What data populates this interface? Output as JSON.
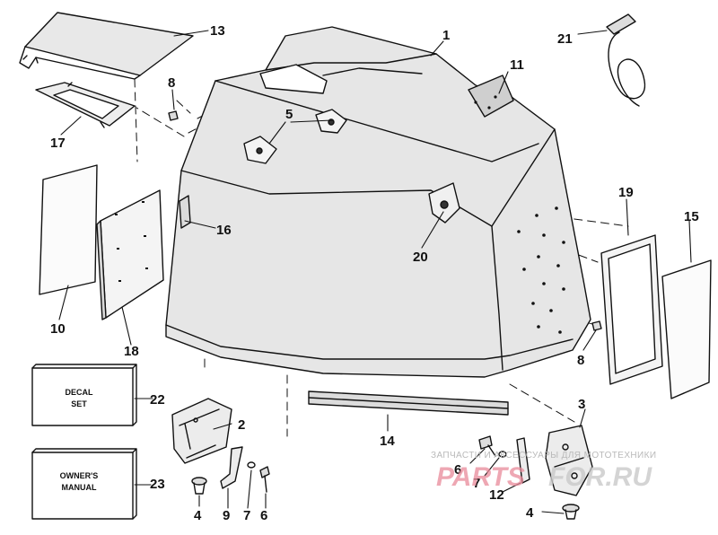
{
  "part_numbers": {
    "n1": "1",
    "n2": "2",
    "n3": "3",
    "n4a": "4",
    "n4b": "4",
    "n5": "5",
    "n6a": "6",
    "n6b": "6",
    "n7a": "7",
    "n7b": "7",
    "n8a": "8",
    "n8b": "8",
    "n9": "9",
    "n10": "10",
    "n11": "11",
    "n12": "12",
    "n13": "13",
    "n14": "14",
    "n15": "15",
    "n16": "16",
    "n17": "17",
    "n18": "18",
    "n19": "19",
    "n20": "20",
    "n21": "21",
    "n22": "22",
    "n23": "23"
  },
  "decal_box": {
    "line1": "DECAL",
    "line2": "SET"
  },
  "manual_box": {
    "line1": "OWNER'S",
    "line2": "MANUAL"
  },
  "watermark": {
    "tagline": "ЗАПЧАСТИ И АКСЕССУАРЫ ДЛЯ МОТОТЕХНИКИ",
    "brand_left": "PARTS",
    "brand_right": "FOR.RU"
  },
  "colors": {
    "line": "#111111",
    "cowl_fill": "#e6e6e6",
    "watermark_left": "#e8899a",
    "watermark_right": "#c9c9c9"
  }
}
